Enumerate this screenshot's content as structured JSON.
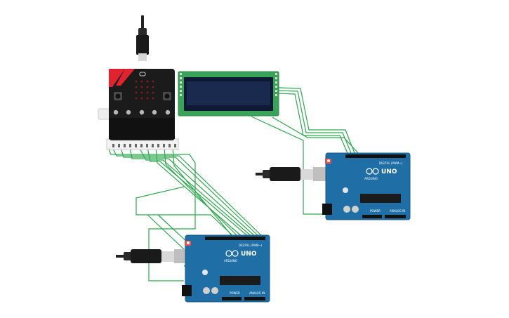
{
  "colors": {
    "wire": "#2fa84f",
    "arduino_board": "#1f6fa6",
    "arduino_edge": "#17598a",
    "microbit_board": "#1b1b1b",
    "microbit_accent": "#e0232e",
    "lcd_board": "#3aa35a",
    "lcd_screen": "#1a2a4f",
    "usb_cable": "#222222",
    "usb_plug": "#d9d9d9"
  },
  "icons": [
    "usb-cable-icon",
    "led-matrix-icon",
    "button-a-icon",
    "button-b-icon",
    "chip-icon",
    "reset-button-icon",
    "arduino-logo-icon"
  ],
  "arduino_boards": [
    {
      "id": "arduino-right",
      "brand": "ARDUINO",
      "model": "UNO",
      "digital_label": "DIGITAL (PWM~)",
      "power_label": "POWER",
      "analog_label": "ANALOG IN"
    },
    {
      "id": "arduino-bottom",
      "brand": "ARDUINO",
      "model": "UNO",
      "digital_label": "DIGITAL (PWM~)",
      "power_label": "POWER",
      "analog_label": "ANALOG IN"
    }
  ]
}
